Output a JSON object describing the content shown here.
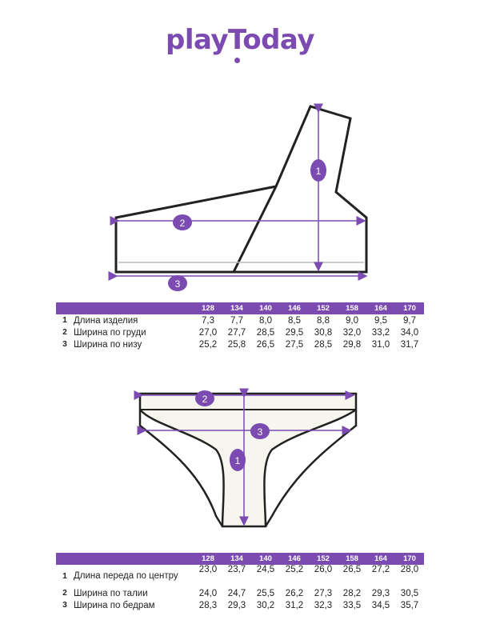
{
  "brand": {
    "name": "playToday",
    "color": "#7b4bb1"
  },
  "top_diagram": {
    "markers": [
      "1",
      "2",
      "3"
    ]
  },
  "top_table": {
    "sizes": [
      "128",
      "134",
      "140",
      "146",
      "152",
      "158",
      "164",
      "170"
    ],
    "rows": [
      {
        "num": "1",
        "name": "Длина изделия",
        "values": [
          "7,3",
          "7,7",
          "8,0",
          "8,5",
          "8,8",
          "9,0",
          "9,5",
          "9,7"
        ]
      },
      {
        "num": "2",
        "name": "Ширина по груди",
        "values": [
          "27,0",
          "27,7",
          "28,5",
          "29,5",
          "30,8",
          "32,0",
          "33,2",
          "34,0"
        ]
      },
      {
        "num": "3",
        "name": "Ширина по низу",
        "values": [
          "25,2",
          "25,8",
          "26,5",
          "27,5",
          "28,5",
          "29,8",
          "31,0",
          "31,7"
        ]
      }
    ]
  },
  "bottom_diagram": {
    "markers": [
      "1",
      "2",
      "3"
    ]
  },
  "bottom_table": {
    "sizes": [
      "128",
      "134",
      "140",
      "146",
      "152",
      "158",
      "164",
      "170"
    ],
    "rows": [
      {
        "num": "1",
        "name": "Длина переда по центру",
        "values": [
          "23,0",
          "23,7",
          "24,5",
          "25,2",
          "26,0",
          "26,5",
          "27,2",
          "28,0"
        ]
      },
      {
        "num": "2",
        "name": "Ширина по талии",
        "values": [
          "24,0",
          "24,7",
          "25,5",
          "26,2",
          "27,3",
          "28,2",
          "29,3",
          "30,5"
        ]
      },
      {
        "num": "3",
        "name": "Ширина по бедрам",
        "values": [
          "28,3",
          "29,3",
          "30,2",
          "31,2",
          "32,3",
          "33,5",
          "34,5",
          "35,7"
        ]
      }
    ]
  }
}
